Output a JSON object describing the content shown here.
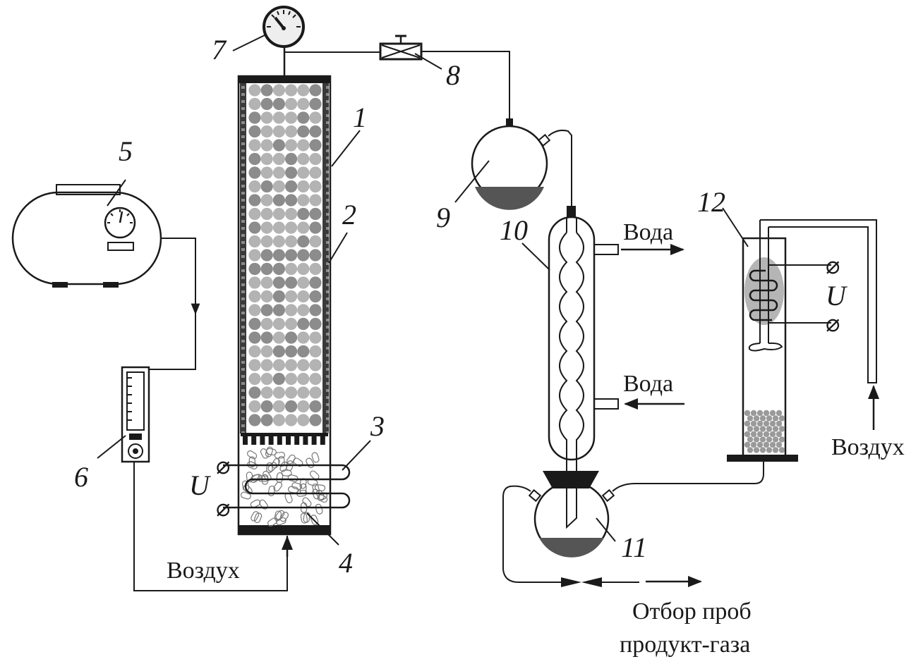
{
  "diagram": {
    "title": "Experimental setup schematic",
    "components": [
      {
        "id": "1",
        "label": "1",
        "name": "reactor-column"
      },
      {
        "id": "2",
        "label": "2",
        "name": "column-wall-insulation"
      },
      {
        "id": "3",
        "label": "3",
        "name": "heating-coil"
      },
      {
        "id": "4",
        "label": "4",
        "name": "igniter-bed"
      },
      {
        "id": "5",
        "label": "5",
        "name": "compressor"
      },
      {
        "id": "6",
        "label": "6",
        "name": "rotameter"
      },
      {
        "id": "7",
        "label": "7",
        "name": "pressure-gauge"
      },
      {
        "id": "8",
        "label": "8",
        "name": "valve"
      },
      {
        "id": "9",
        "label": "9",
        "name": "condensate-flask"
      },
      {
        "id": "10",
        "label": "10",
        "name": "condenser"
      },
      {
        "id": "11",
        "label": "11",
        "name": "receiver-flask"
      },
      {
        "id": "12",
        "label": "12",
        "name": "afterburner"
      }
    ],
    "labels": {
      "voltage_left": "U",
      "voltage_right": "U",
      "air_bottom": "Воздух",
      "air_right": "Воздух",
      "water_out": "Вода",
      "water_in": "Вода",
      "sampling_line1": "Отбор проб",
      "sampling_line2": "продукт-газа"
    }
  }
}
